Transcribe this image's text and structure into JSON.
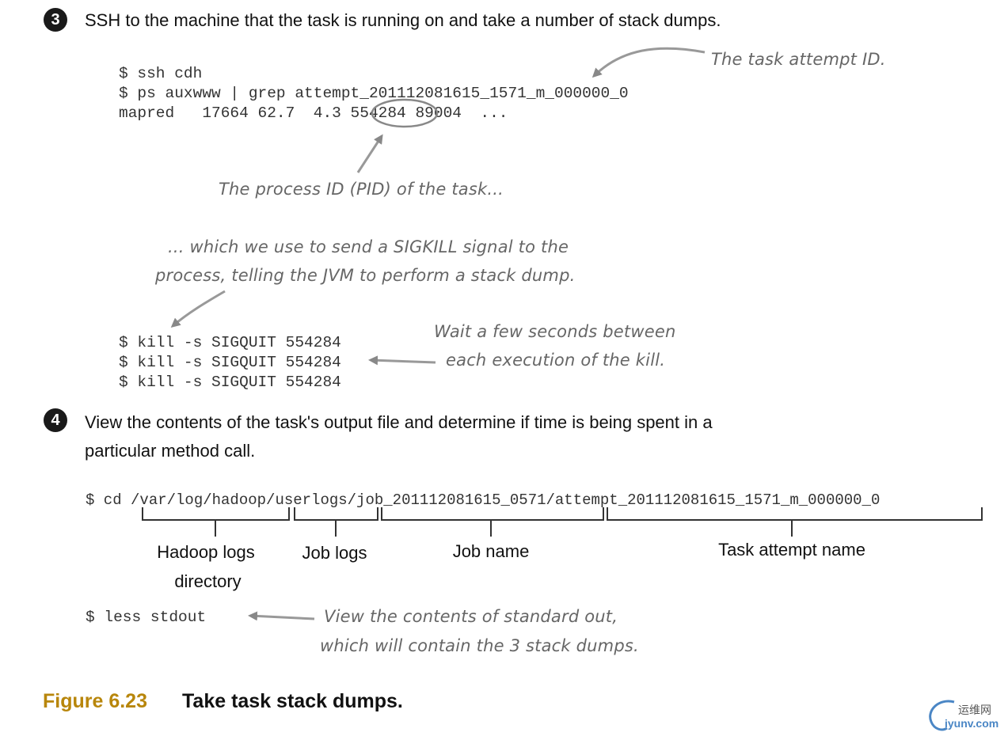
{
  "step3": {
    "number": "3",
    "text": "SSH to the machine that the task is running on and take a number of stack dumps.",
    "code": [
      "$ ssh cdh",
      "$ ps auxwww | grep attempt_201112081615_1571_m_000000_0",
      "mapred   17664 62.7  4.3 554284 89004  ..."
    ],
    "kill_lines": [
      "$ kill -s SIGQUIT 554284",
      "$ kill -s SIGQUIT 554284",
      "$ kill -s SIGQUIT 554284"
    ],
    "annotations": {
      "attempt_id": "The task attempt ID.",
      "pid": "The process ID (PID) of the task...",
      "sigkill_line1": "... which we use to send a SIGKILL signal to the",
      "sigkill_line2": "process, telling the JVM to perform a stack dump.",
      "wait_line1": "Wait a few seconds between",
      "wait_line2": "each execution of the kill."
    }
  },
  "step4": {
    "number": "4",
    "text_line1": "View the contents of the task's output file and determine if time is being spent in a",
    "text_line2": "particular method call.",
    "cd_line": "$ cd /var/log/hadoop/userlogs/job_201112081615_0571/attempt_201112081615_1571_m_000000_0",
    "labels": {
      "hadoop_logs_line1": "Hadoop logs",
      "hadoop_logs_line2": "directory",
      "job_logs": "Job logs",
      "job_name": "Job name",
      "task_attempt_name": "Task attempt name"
    },
    "less_line": "$ less stdout",
    "annotations": {
      "view_line1": "View the contents of standard out,",
      "view_line2": "which will contain the 3 stack dumps."
    }
  },
  "figure": {
    "number": "Figure 6.23",
    "title": "Take task stack dumps."
  },
  "watermark": {
    "line1": "运维网",
    "line2": "iyunv.com"
  }
}
